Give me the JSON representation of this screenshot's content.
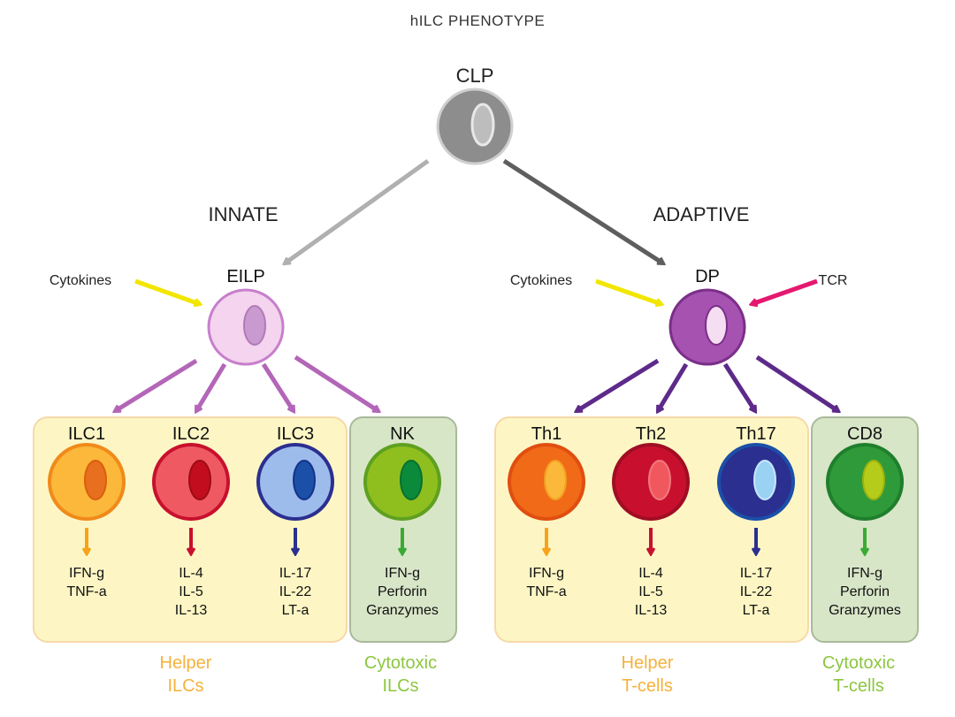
{
  "title": "hILC PHENOTYPE",
  "root": "CLP",
  "branches": {
    "innate": "INNATE",
    "adaptive": "ADAPTIVE"
  },
  "innate": {
    "progenitor": "EILP",
    "input": "Cytokines",
    "cells": [
      {
        "name": "ILC1",
        "products": [
          "IFN-g",
          "TNF-a"
        ],
        "color": "#f7a21b"
      },
      {
        "name": "ILC2",
        "products": [
          "IL-4",
          "IL-5",
          "IL-13"
        ],
        "color": "#c8102e"
      },
      {
        "name": "ILC3",
        "products": [
          "IL-17",
          "IL-22",
          "LT-a"
        ],
        "color": "#2b2f8f"
      },
      {
        "name": "NK",
        "products": [
          "IFN-g",
          "Perforin",
          "Granzymes"
        ],
        "color": "#3aaa35"
      }
    ],
    "helper_label": [
      "Helper",
      "ILCs"
    ],
    "cytotoxic_label": [
      "Cytotoxic",
      "ILCs"
    ]
  },
  "adaptive": {
    "progenitor": "DP",
    "inputs": [
      "Cytokines",
      "TCR"
    ],
    "cells": [
      {
        "name": "Th1",
        "products": [
          "IFN-g",
          "TNF-a"
        ],
        "color": "#f7a21b"
      },
      {
        "name": "Th2",
        "products": [
          "IL-4",
          "IL-5",
          "IL-13"
        ],
        "color": "#c8102e"
      },
      {
        "name": "Th17",
        "products": [
          "IL-17",
          "IL-22",
          "LT-a"
        ],
        "color": "#2b2f8f"
      },
      {
        "name": "CD8",
        "products": [
          "IFN-g",
          "Perforin",
          "Granzymes"
        ],
        "color": "#3aaa35"
      }
    ],
    "helper_label": [
      "Helper",
      "T-cells"
    ],
    "cytotoxic_label": [
      "Cytotoxic",
      "T-cells"
    ]
  },
  "colors": {
    "helper_box_fill": "#fdf6c4",
    "helper_box_stroke": "#f6d9a8",
    "cyto_box_fill": "#d8e6c8",
    "cyto_box_stroke": "#aab99a",
    "innate_arrow": "#b366b8",
    "adaptive_arrow": "#5d2a8a",
    "cytokine_arrow": "#f2e600",
    "tcr_arrow": "#e5186f",
    "helper_text": "#f5b23c",
    "cytotoxic_text": "#8cc63f"
  }
}
